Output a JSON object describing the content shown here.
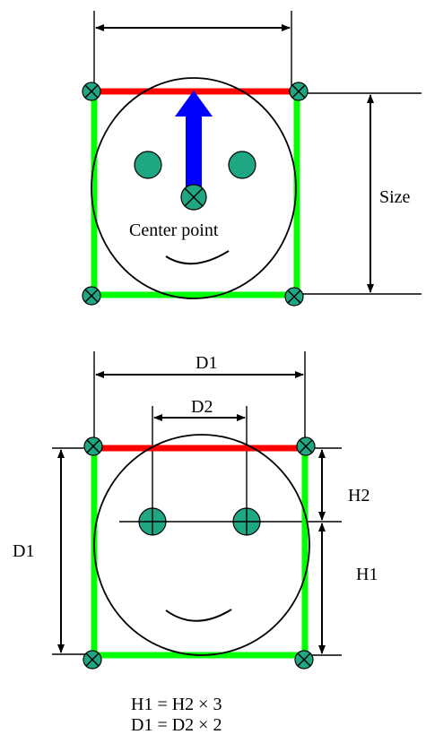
{
  "colors": {
    "top_edge": "#ff0000",
    "side_edges": "#00ff00",
    "marker_fill": "#1fa784",
    "direction_arrow": "#0000ff",
    "outline": "#000000"
  },
  "icons": {
    "corner_marker": "circle-with-x",
    "eye_marker": "circle-with-plus"
  },
  "top_diagram": {
    "size_label": "Size",
    "center_label": "Center point"
  },
  "bottom_diagram": {
    "d1_top_label": "D1",
    "d2_label": "D2",
    "d1_side_label": "D1",
    "h2_label": "H2",
    "h1_label": "H1"
  },
  "formulas": {
    "line1": "H1 = H2 × 3",
    "line2": "D1 = D2 × 2"
  }
}
